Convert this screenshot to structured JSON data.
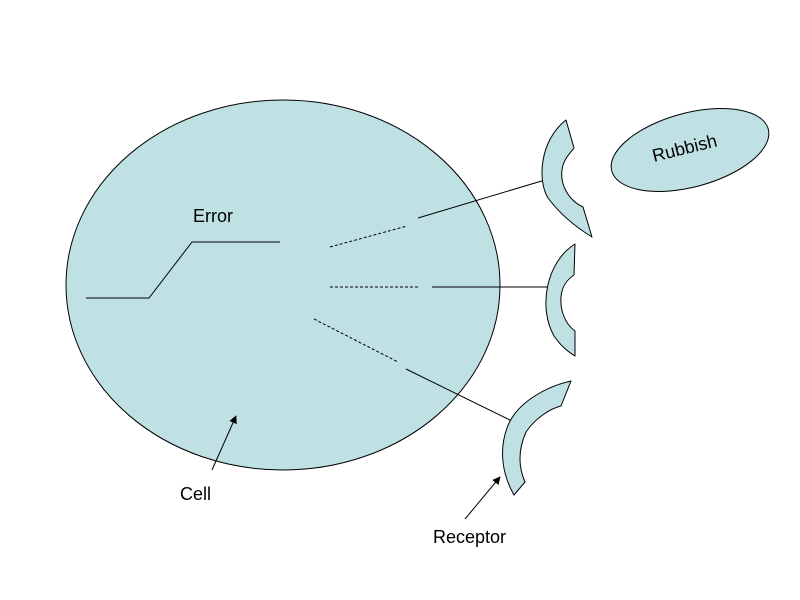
{
  "diagram": {
    "labels": {
      "error": "Error",
      "cell": "Cell",
      "receptor": "Receptor",
      "rubbish": "Rubbish"
    },
    "colors": {
      "fill": "#bfe1e3",
      "stroke": "#000000",
      "background": "#ffffff"
    }
  }
}
